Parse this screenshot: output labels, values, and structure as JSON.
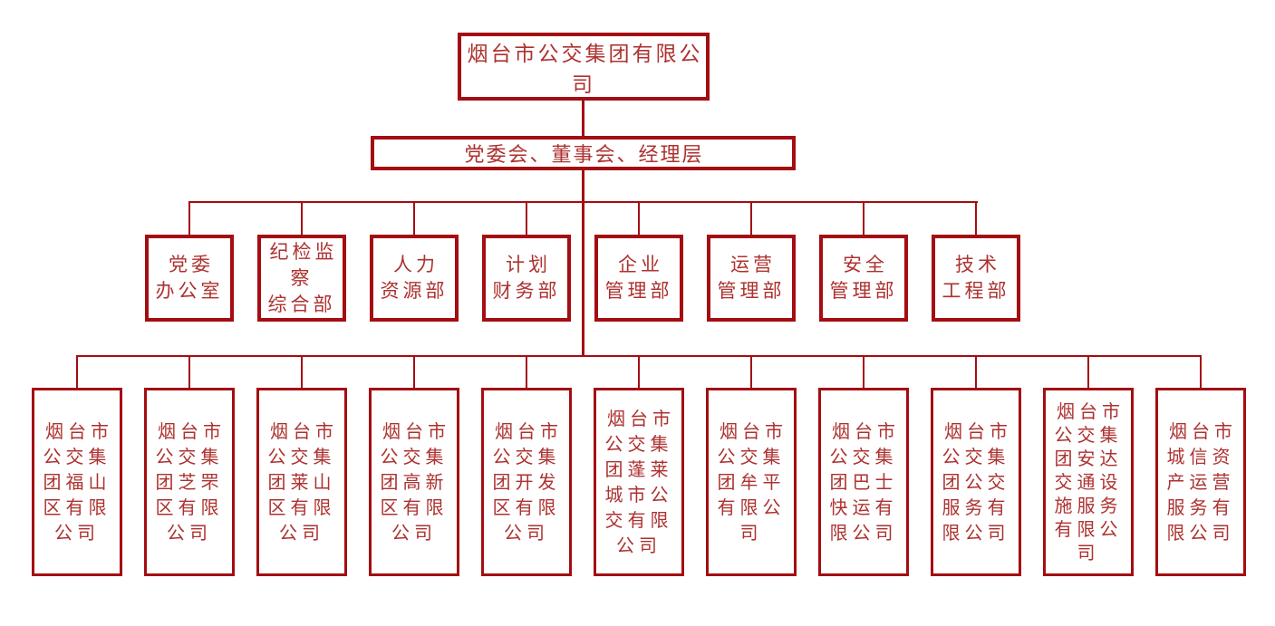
{
  "colors": {
    "accent": "#a40d12",
    "text": "#ad3230",
    "background": "#ffffff"
  },
  "org_chart": {
    "root": {
      "label": "烟台市公交集团有限公司"
    },
    "governance": {
      "label": "党委会、董事会、经理层"
    },
    "departments": [
      {
        "label": "党委\n办公室"
      },
      {
        "label": "纪检监\n察\n综合部"
      },
      {
        "label": "人力\n资源部"
      },
      {
        "label": "计划\n财务部"
      },
      {
        "label": "企业\n管理部"
      },
      {
        "label": "运营\n管理部"
      },
      {
        "label": "安全\n管理部"
      },
      {
        "label": "技术\n工程部"
      }
    ],
    "subsidiaries": [
      {
        "label": "烟台市\n公交集\n团福山\n区有限\n公司"
      },
      {
        "label": "烟台市\n公交集\n团芝罘\n区有限\n公司"
      },
      {
        "label": "烟台市\n公交集\n团莱山\n区有限\n公司"
      },
      {
        "label": "烟台市\n公交集\n团高新\n区有限\n公司"
      },
      {
        "label": "烟台市\n公交集\n团开发\n区有限\n公司"
      },
      {
        "label": "烟台市\n公交集\n团蓬莱\n城市公\n交有限\n公司"
      },
      {
        "label": "烟台市\n公交集\n团牟平\n有限公\n司"
      },
      {
        "label": "烟台市\n公交集\n团巴士\n快运有\n限公司"
      },
      {
        "label": "烟台市\n公交集\n团公交\n服务有\n限公司"
      },
      {
        "label": "烟台市\n公交集\n团安达\n交通设\n施服务\n有限公\n司"
      },
      {
        "label": "烟台市\n城信资\n产运营\n服务有\n限公司"
      }
    ]
  }
}
